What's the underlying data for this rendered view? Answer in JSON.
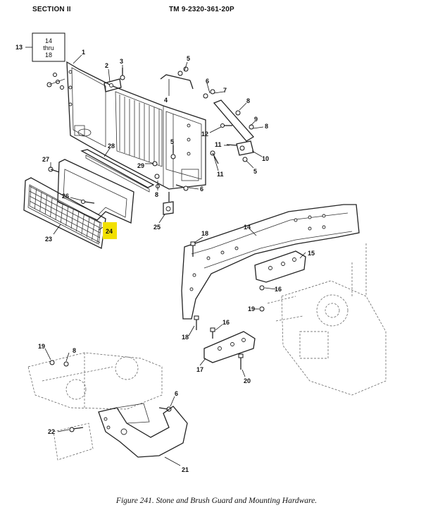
{
  "header": {
    "section": "SECTION II",
    "manual": "TM 9-2320-361-20P"
  },
  "figure": {
    "caption": "Figure 241. Stone and Brush Guard and Mounting Hardware.",
    "highlight_color": "#f2e000"
  },
  "ref_box": {
    "line1": "14",
    "line2": "thru",
    "line3": "18",
    "callout": "13"
  },
  "callouts": {
    "c1": "1",
    "c2": "2",
    "c3": "3",
    "c4": "4",
    "c5a": "5",
    "c5b": "5",
    "c5c": "5",
    "c6a": "6",
    "c6b": "6",
    "c6c": "6",
    "c7": "7",
    "c8a": "8",
    "c8b": "8",
    "c8c": "8",
    "c8d": "8",
    "c9": "9",
    "c10": "10",
    "c11a": "11",
    "c11b": "11",
    "c12": "12",
    "c14": "14",
    "c15": "15",
    "c16a": "16",
    "c16b": "16",
    "c17": "17",
    "c18a": "18",
    "c18b": "18",
    "c19a": "19",
    "c19b": "19",
    "c20": "20",
    "c21": "21",
    "c22": "22",
    "c23": "23",
    "c24": "24",
    "c25": "25",
    "c26": "26",
    "c27": "27",
    "c28": "28",
    "c29": "29"
  }
}
